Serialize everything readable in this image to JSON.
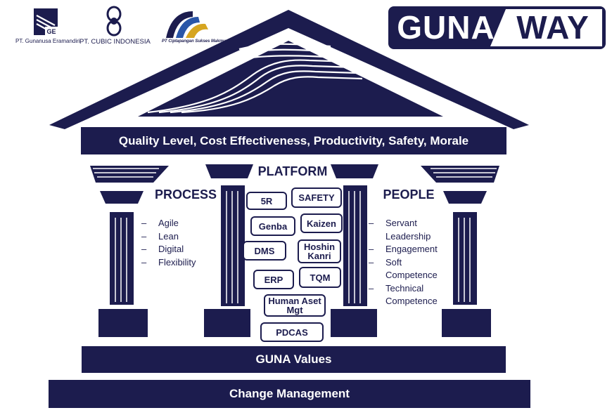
{
  "logos": {
    "gunanusa": {
      "mark": "GE",
      "caption": "PT. Gunanusa Eramandiri"
    },
    "cubic": {
      "caption": "PT. CUBIC INDONESIA"
    },
    "cipta": {
      "caption": "PT Ciptapangan Sukses Makmur"
    }
  },
  "brand": {
    "left": "GUNA",
    "right": "WAY"
  },
  "roof_band": "Quality Level, Cost Effectiveness, Productivity,  Safety, Morale",
  "platform": {
    "title": "PLATFORM",
    "items": [
      "5R",
      "SAFETY",
      "Genba",
      "Kaizen",
      "DMS",
      "Hoshin Kanri",
      "ERP",
      "TQM",
      "Human Aset Mgt",
      "PDCAS"
    ]
  },
  "process": {
    "title": "PROCESS",
    "items": [
      "Agile",
      "Lean",
      "Digital",
      "Flexibility"
    ]
  },
  "people": {
    "title": "PEOPLE",
    "items": [
      [
        "Servant",
        "Leadership"
      ],
      [
        "Engagement"
      ],
      [
        "Soft",
        "Competence"
      ],
      [
        "Technical",
        "Competence"
      ]
    ]
  },
  "dash": "–",
  "base_band": "GUNA Values",
  "foundation_band": "Change Management",
  "colors": {
    "navy": "#1c1c4e",
    "gold": "#d6a520",
    "blue": "#2a56a8"
  }
}
